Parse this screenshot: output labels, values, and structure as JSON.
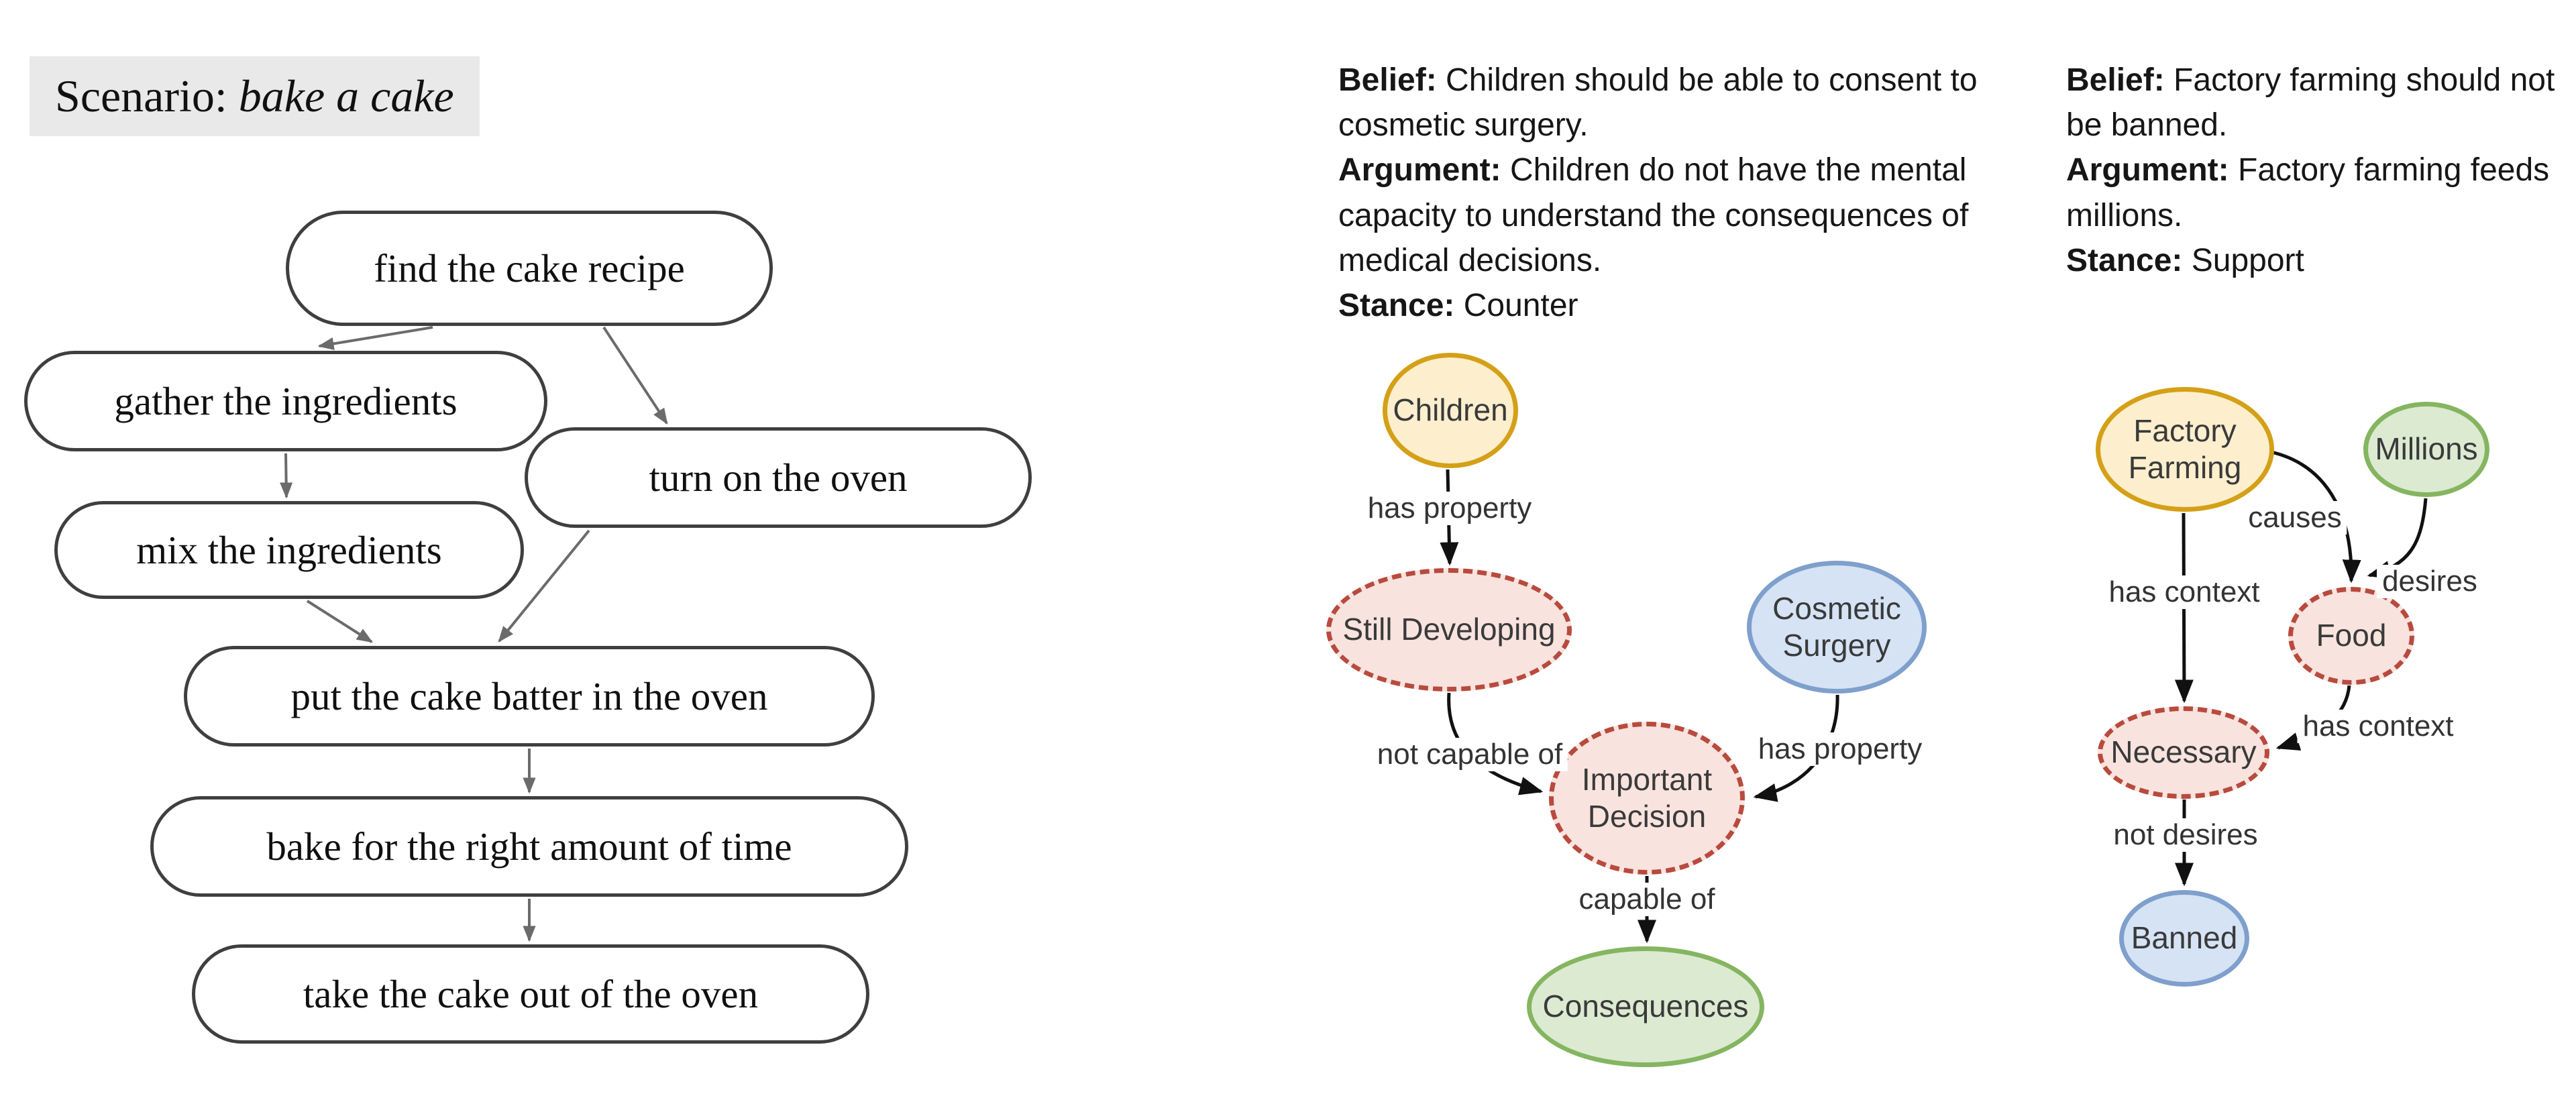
{
  "palette": {
    "scenario_bg": "#e9e9e9",
    "flowchart_border": "#3f3f3f",
    "flowchart_arrow": "#6b6b6b",
    "graph_arrow": "#111111",
    "gold_border": "#d4a017",
    "gold_fill": "#fdeecd",
    "pink_border": "#b84a3e",
    "pink_fill": "#f8e3de",
    "blue_border": "#7f9fcc",
    "blue_fill": "#d5e3f5",
    "green_border": "#85b560",
    "green_fill": "#dcead2"
  },
  "scenario": {
    "label_prefix": "Scenario: ",
    "label_task": "bake a cake"
  },
  "script_graph": {
    "nodes": [
      "find the cake recipe",
      "gather the ingredients",
      "turn on the oven",
      "mix the ingredients",
      "put the cake batter in the oven",
      "bake for the right amount of time",
      "take the cake out of the oven"
    ],
    "edges": [
      {
        "from": "find the cake recipe",
        "to": "gather the ingredients"
      },
      {
        "from": "find the cake recipe",
        "to": "turn on the oven"
      },
      {
        "from": "gather the ingredients",
        "to": "mix the ingredients"
      },
      {
        "from": "mix the ingredients",
        "to": "put the cake batter in the oven"
      },
      {
        "from": "turn on the oven",
        "to": "put the cake batter in the oven"
      },
      {
        "from": "put the cake batter in the oven",
        "to": "bake for the right amount of time"
      },
      {
        "from": "bake for the right amount of time",
        "to": "take the cake out of the oven"
      }
    ]
  },
  "example_counter": {
    "belief_label": "Belief:",
    "belief_text": "Children should be able to consent to cosmetic surgery.",
    "argument_label": "Argument:",
    "argument_text": "Children do not have the mental capacity to understand the consequences of medical decisions.",
    "stance_label": "Stance:",
    "stance_text": "Counter",
    "nodes": [
      {
        "label": "Children",
        "style": "gold"
      },
      {
        "label": "Still Developing",
        "style": "pink-dashed"
      },
      {
        "label": "Cosmetic Surgery",
        "style": "blue"
      },
      {
        "label": "Important Decision",
        "style": "pink-dashed"
      },
      {
        "label": "Consequences",
        "style": "green"
      }
    ],
    "edges": [
      {
        "from": "Children",
        "to": "Still Developing",
        "label": "has property"
      },
      {
        "from": "Still Developing",
        "to": "Important Decision",
        "label": "not capable of"
      },
      {
        "from": "Cosmetic Surgery",
        "to": "Important Decision",
        "label": "has property"
      },
      {
        "from": "Important Decision",
        "to": "Consequences",
        "label": "capable of"
      }
    ]
  },
  "example_support": {
    "belief_label": "Belief:",
    "belief_text": "Factory farming should not be banned.",
    "argument_label": "Argument:",
    "argument_text": "Factory farming feeds millions.",
    "stance_label": "Stance:",
    "stance_text": "Support",
    "nodes": [
      {
        "label": "Factory Farming",
        "style": "gold"
      },
      {
        "label": "Millions",
        "style": "green"
      },
      {
        "label": "Food",
        "style": "pink-dashed"
      },
      {
        "label": "Necessary",
        "style": "pink-dashed"
      },
      {
        "label": "Banned",
        "style": "blue"
      }
    ],
    "edges": [
      {
        "from": "Factory Farming",
        "to": "Food",
        "label": "causes"
      },
      {
        "from": "Millions",
        "to": "Food",
        "label": "desires"
      },
      {
        "from": "Factory Farming",
        "to": "Necessary",
        "label": "has context"
      },
      {
        "from": "Food",
        "to": "Necessary",
        "label": "has context"
      },
      {
        "from": "Necessary",
        "to": "Banned",
        "label": "not desires"
      }
    ]
  }
}
